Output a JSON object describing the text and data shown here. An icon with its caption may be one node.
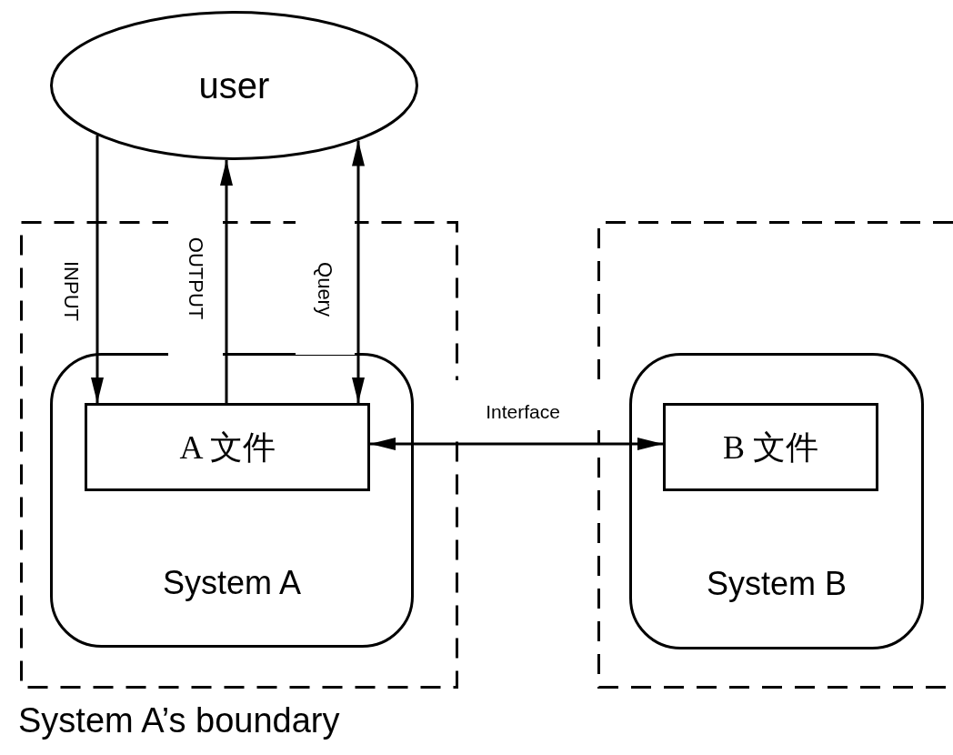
{
  "diagram": {
    "nodes": [
      {
        "text": [
          "user"
        ]
      },
      {
        "text": [],
        "shape": "box",
        "beside": [
          "System A’s boundary"
        ]
      },
      {
        "text": [
          "System A"
        ],
        "in": 1
      },
      {
        "text": [
          "A 文件"
        ],
        "in": 2
      },
      {
        "text": [],
        "shape": "box"
      },
      {
        "text": [
          "System B"
        ],
        "in": 4
      },
      {
        "text": [
          "B 文件"
        ],
        "in": 5
      }
    ],
    "edges": [
      {
        "from": 0,
        "to": 3,
        "arrow": "to",
        "label": "INPUT"
      },
      {
        "from": 3,
        "to": 0,
        "arrow": "to",
        "label": "OUTPUT"
      },
      {
        "from": 0,
        "to": 3,
        "arrow": "both",
        "label": "Query"
      },
      {
        "from": 3,
        "to": 6,
        "arrow": "both",
        "label": "Interface"
      }
    ]
  }
}
